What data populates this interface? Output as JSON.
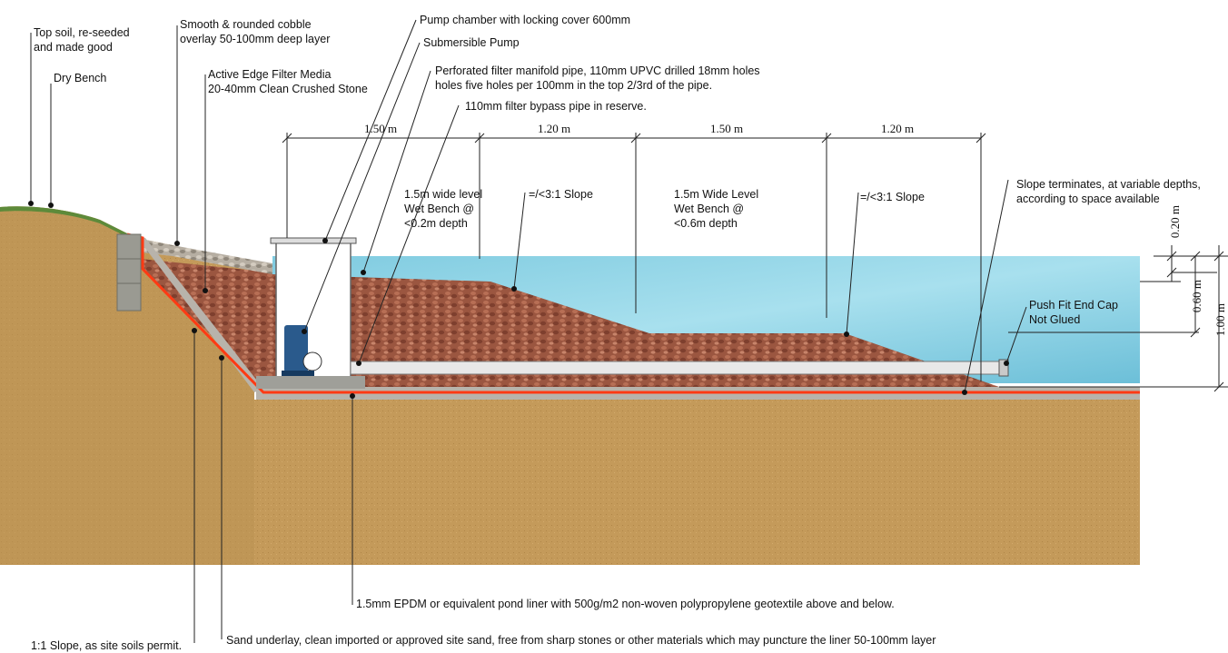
{
  "labels": {
    "top_soil": [
      "Top soil, re-seeded",
      "and made good"
    ],
    "dry_bench": "Dry Bench",
    "cobble": [
      "Smooth & rounded cobble",
      "overlay 50-100mm deep layer"
    ],
    "active_edge": [
      "Active Edge Filter Media",
      "20-40mm Clean Crushed Stone"
    ],
    "pump_chamber": "Pump chamber with locking cover 600mm",
    "submersible_pump": "Submersible Pump",
    "manifold": [
      "Perforated filter manifold pipe, 110mm UPVC drilled 18mm holes",
      "holes five holes per 100mm in the top 2/3rd of the pipe."
    ],
    "bypass": "110mm filter bypass pipe in reserve.",
    "wet_bench_shallow": [
      "1.5m wide level",
      "Wet Bench @",
      "<0.2m depth"
    ],
    "slope_1": "=/<3:1 Slope",
    "wet_bench_deep": [
      "1.5m Wide Level",
      "Wet Bench @",
      "<0.6m depth"
    ],
    "slope_2": "=/<3:1 Slope",
    "slope_terminates": [
      "Slope terminates, at variable depths,",
      "according to space available"
    ],
    "end_cap": [
      "Push Fit End Cap",
      "Not Glued"
    ],
    "liner": "1.5mm EPDM or equivalent pond liner with 500g/m2 non-woven polypropylene geotextile above and below.",
    "slope_site": "1:1 Slope, as site soils permit.",
    "sand_underlay": "Sand underlay, clean imported or approved site sand, free from sharp stones or other materials which may puncture the liner 50-100mm layer"
  },
  "dimensions": {
    "horizontal": [
      "1.50 m",
      "1.20 m",
      "1.50 m",
      "1.20 m"
    ],
    "vertical": [
      "0.20 m",
      "0.60 m",
      "1.00 m"
    ]
  },
  "colors": {
    "soil": "#c49a5a",
    "soil_dark": "#a47a3c",
    "water": "#8fd2e6",
    "gravel": "#9b5640",
    "liner": "#ff3a14",
    "sand": "#b8b3ab",
    "grass": "#5d8a3a",
    "pump": "#2a5a8c",
    "wall": "#9a9a92"
  }
}
